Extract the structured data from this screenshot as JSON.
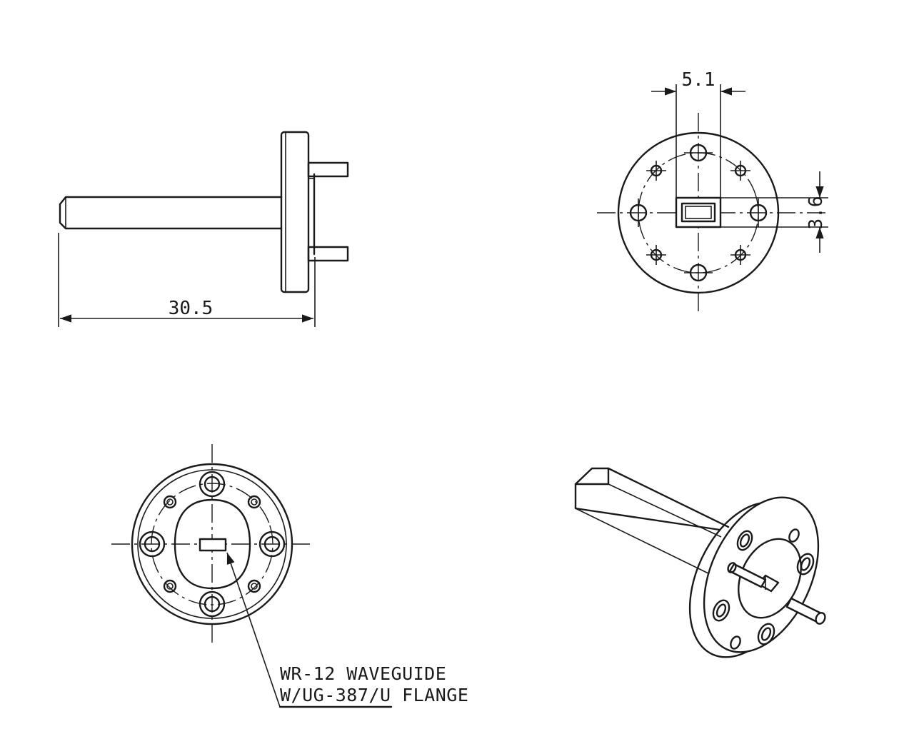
{
  "dimensions": {
    "length": "30.5",
    "aperture_width": "5.1",
    "aperture_height": "3.6"
  },
  "note": {
    "line1": "WR-12 WAVEGUIDE",
    "line2": "W/UG-387/U FLANGE"
  }
}
